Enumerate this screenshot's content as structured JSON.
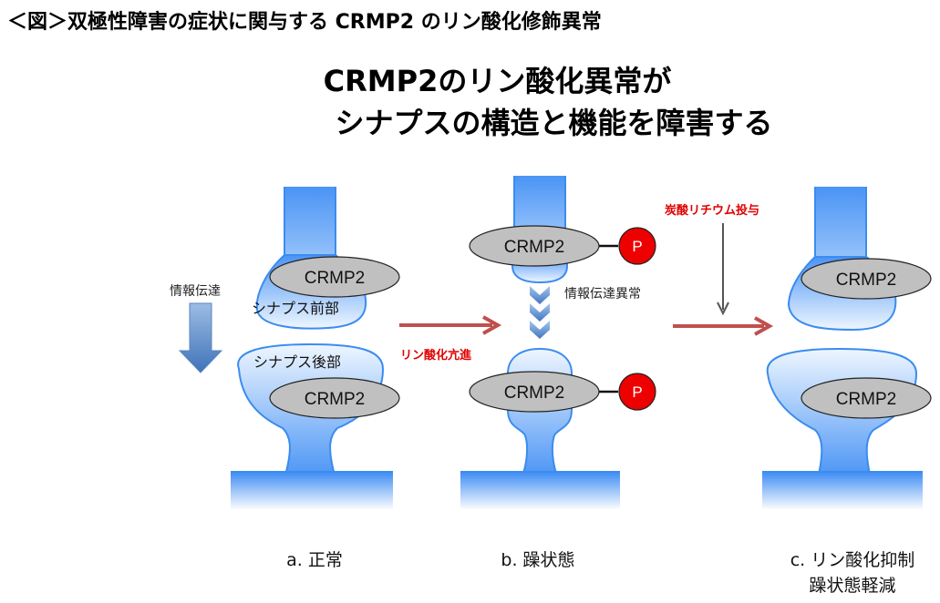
{
  "figure_caption": "＜図＞双極性障害の症状に関与する CRMP2 のリン酸化修飾異常",
  "headline": {
    "line1": "CRMP2のリン酸化異常が",
    "line2": "シナプスの構造と機能を障害する"
  },
  "colors": {
    "synapse_blue": "#4a94f5",
    "synapse_light": "#dfeeff",
    "crmp_fill": "#c0c0c0",
    "phospho_red": "#ee0000",
    "transition_arrow": "#c0504d",
    "lithium_arrow": "#555555",
    "signal_arrow": "#4f81bd"
  },
  "panel_a": {
    "signal_label": "情報伝達",
    "presynapse_label": "シナプス前部",
    "postsynapse_label": "シナプス後部",
    "crmp_pre": "CRMP2",
    "crmp_post": "CRMP2",
    "caption": "a. 正常"
  },
  "transition_ab": {
    "label": "リン酸化亢進"
  },
  "panel_b": {
    "crmp_pre": "CRMP2",
    "crmp_post": "CRMP2",
    "phospho_pre": "P",
    "phospho_post": "P",
    "signal_label": "情報伝達異常",
    "caption": "b. 躁状態"
  },
  "transition_bc": {
    "label": "炭酸リチウム投与"
  },
  "panel_c": {
    "crmp_pre": "CRMP2",
    "crmp_post": "CRMP2",
    "caption_line1": "c. リン酸化抑制",
    "caption_line2": "躁状態軽減"
  }
}
